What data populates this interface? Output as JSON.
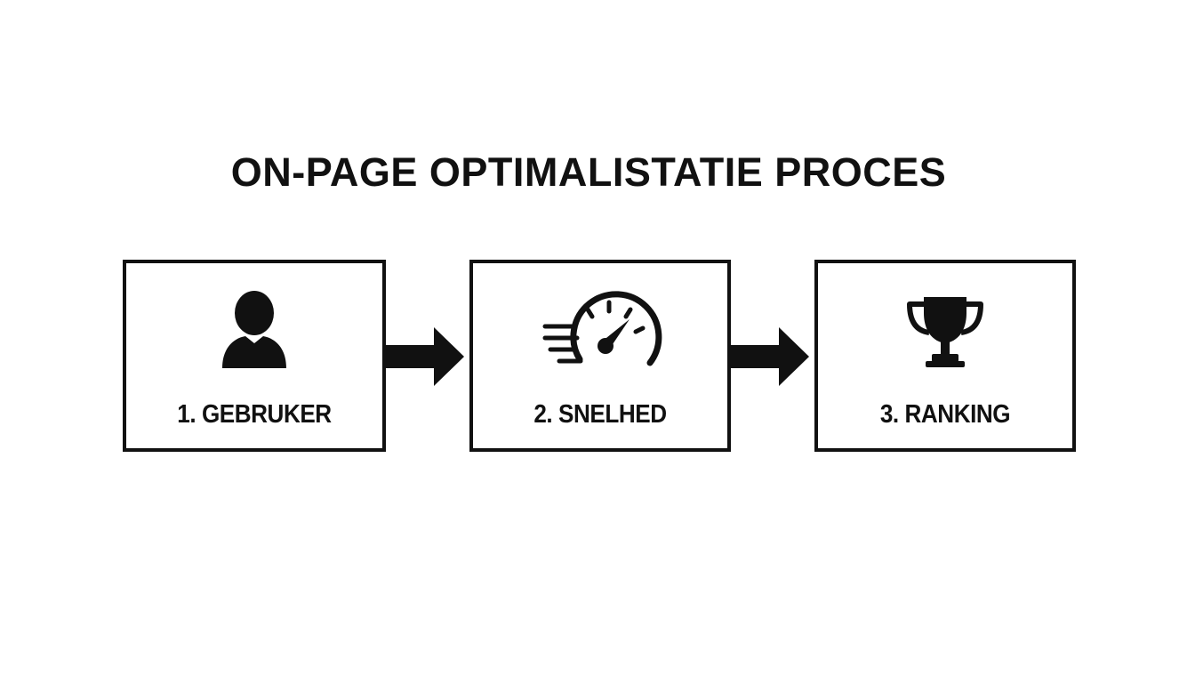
{
  "title": "ON-PAGE OPTIMALISTATIE PROCES",
  "steps": [
    {
      "label": "1. GEBRUKER",
      "icon": "user-icon"
    },
    {
      "label": "2. SNELHED",
      "icon": "speedometer-icon"
    },
    {
      "label": "3. RANKING",
      "icon": "trophy-icon"
    }
  ],
  "connectors": [
    "arrow-right-icon",
    "arrow-right-icon"
  ],
  "colors": {
    "foreground": "#111111",
    "background": "#ffffff"
  }
}
